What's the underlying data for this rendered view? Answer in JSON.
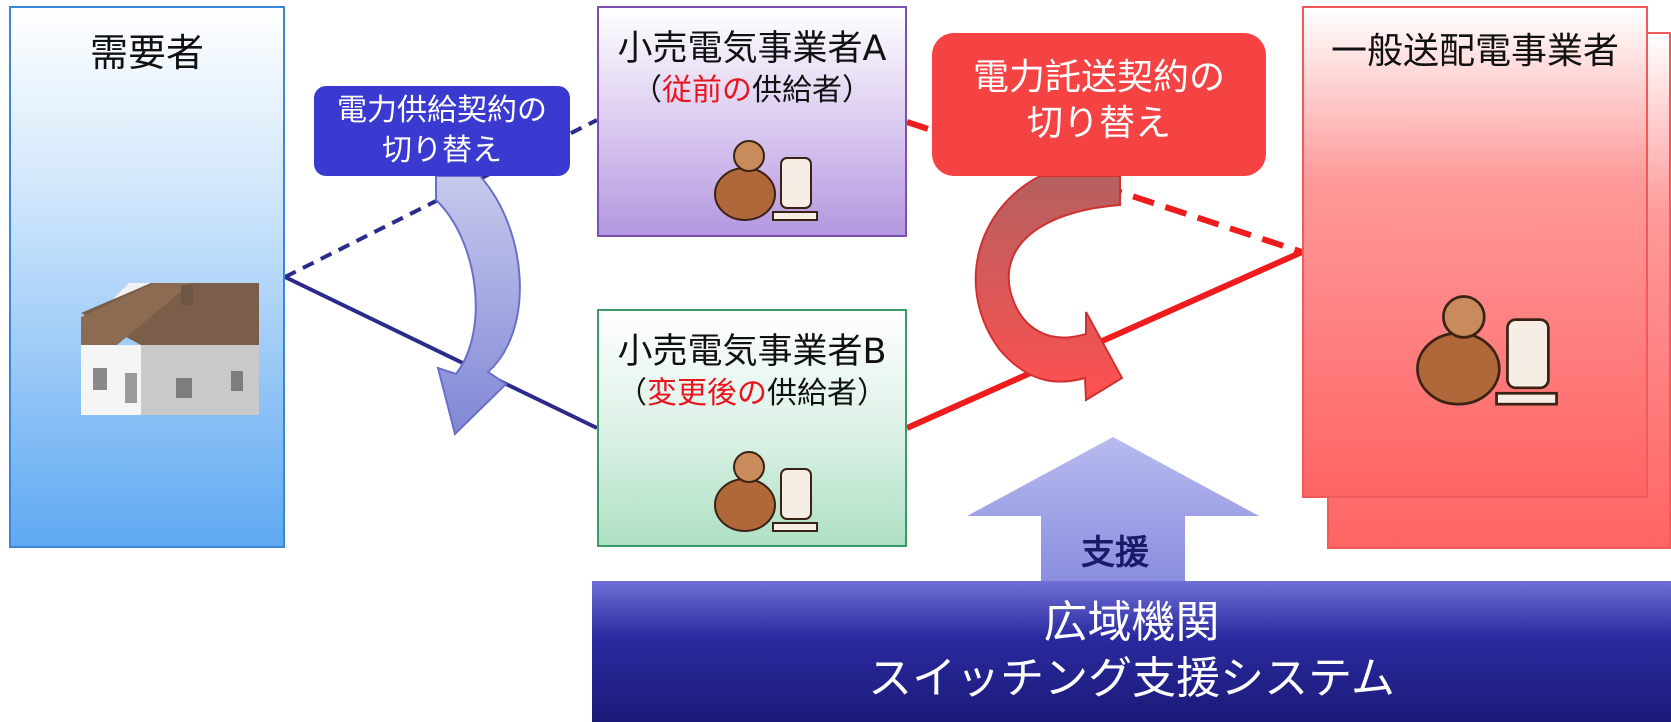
{
  "consumer": {
    "title": "需要者"
  },
  "retailer_a": {
    "name": "小売電気事業者A",
    "sub_open": "（",
    "sub_red": "従前の",
    "sub_rest": "供給者）"
  },
  "retailer_b": {
    "name": "小売電気事業者B",
    "sub_open": "（",
    "sub_red": "変更後の",
    "sub_rest": "供給者）"
  },
  "distributor": {
    "title": "一般送配電事業者"
  },
  "supply_contract_switch": {
    "line1": "電力供給契約の",
    "line2": "切り替え"
  },
  "wheeling_contract_switch": {
    "line1": "電力託送契約の",
    "line2": "切り替え"
  },
  "support": {
    "label": "支援"
  },
  "switching_system": {
    "line1": "広域機関",
    "line2": "スイッチング支援システム"
  },
  "colors": {
    "supply_line": "#2b2b8c",
    "wheeling_line": "#ee1c1c",
    "accent_red": "#e8141e"
  }
}
